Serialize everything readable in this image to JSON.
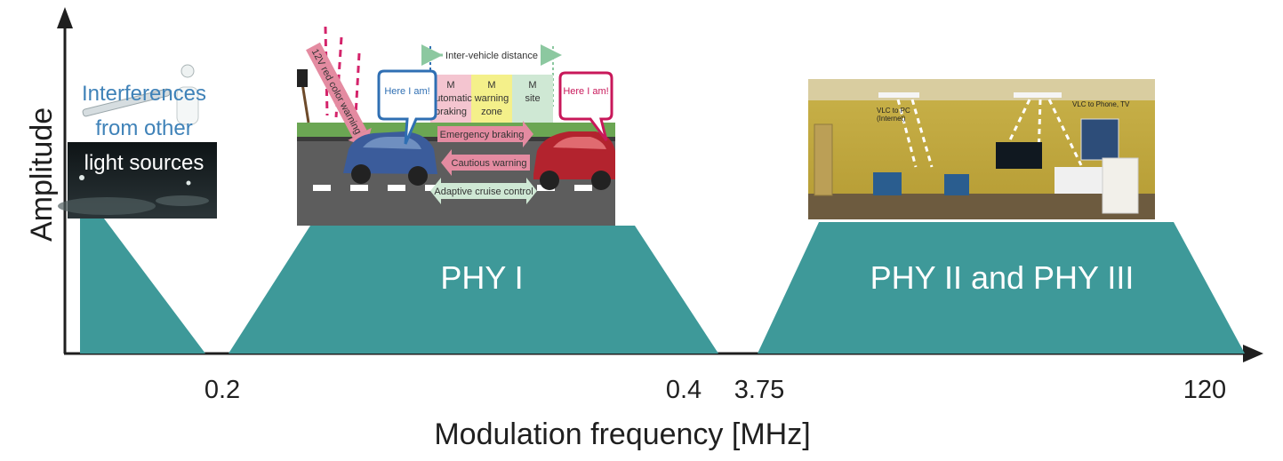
{
  "axes": {
    "y_label": "Amplitude",
    "x_label": "Modulation frequency [MHz]",
    "ticks": [
      "0.2",
      "0.4",
      "3.75",
      "120"
    ]
  },
  "bands": {
    "phy1": "PHY I",
    "phy23": "PHY II and PHY III"
  },
  "interference": {
    "line1": "Interferences",
    "line2": "from other",
    "line3": "light sources"
  },
  "vehicle": {
    "inter_vehicle_distance": "Inter-vehicle distance",
    "here_left": "Here I am!",
    "here_right": "Here I am!",
    "red_warning": "12V red color warning",
    "zone1": [
      "M",
      "automatic",
      "braking"
    ],
    "zone2": [
      "M",
      "warning",
      "zone"
    ],
    "zone3": [
      "M",
      "site"
    ],
    "emergency": "Emergency braking",
    "cautious": "Cautious warning",
    "adaptive": "Adaptive cruise control"
  },
  "room": {
    "label_left": [
      "VLC to PC",
      "(Internet)"
    ],
    "label_right": "VLC to Phone, TV"
  },
  "colors": {
    "band": "#3e9999",
    "axis": "#1f1f1f",
    "interference_text": "#3f82b8",
    "here_left": "#2f6fb3",
    "here_right": "#c8185a"
  }
}
